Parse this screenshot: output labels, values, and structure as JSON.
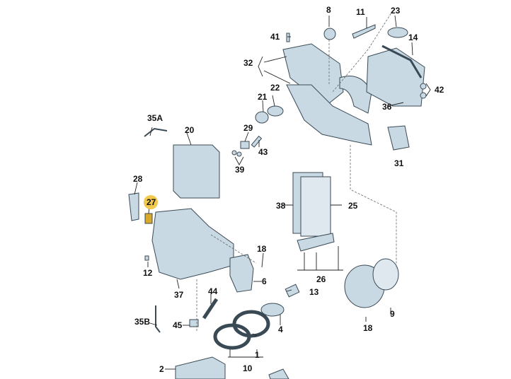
{
  "diagram": {
    "title": "Air conditioning / heater unit exploded parts diagram",
    "highlight_color": "#f2c94c",
    "part_fill": "#c9d9e4",
    "part_stroke": "#3a4a55",
    "highlighted_part": "27",
    "labels": {
      "p1": "1",
      "p2": "2",
      "p4": "4",
      "p6": "6",
      "p8": "8",
      "p9": "9",
      "p10": "10",
      "p11": "11",
      "p12": "12",
      "p13": "13",
      "p14": "14",
      "p18a": "18",
      "p18b": "18",
      "p20": "20",
      "p21": "21",
      "p22": "22",
      "p23": "23",
      "p25": "25",
      "p26": "26",
      "p27": "27",
      "p28": "28",
      "p29": "29",
      "p31": "31",
      "p32": "32",
      "p35a": "35A",
      "p35b": "35B",
      "p36": "36",
      "p37": "37",
      "p38": "38",
      "p39": "39",
      "p41": "41",
      "p42": "42",
      "p43": "43",
      "p44": "44",
      "p45": "45"
    }
  }
}
